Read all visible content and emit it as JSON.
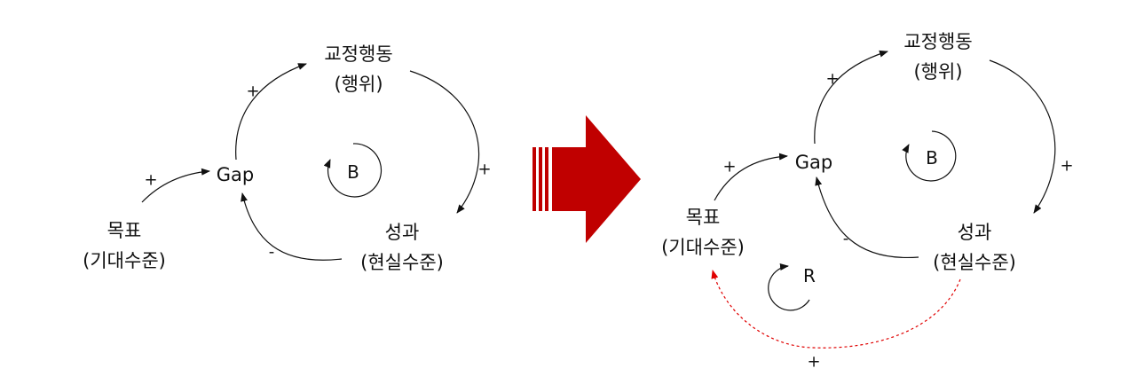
{
  "left_diagram": {
    "nodes": {
      "action": {
        "line1": "교정행동",
        "line2": "(행위)"
      },
      "gap": {
        "line1": "Gap"
      },
      "goal": {
        "line1": "목표",
        "line2": "(기대수준)"
      },
      "performance": {
        "line1": "성과",
        "line2": "(현실수준)"
      }
    },
    "signs": {
      "goal_to_gap": "+",
      "gap_to_action": "+",
      "action_to_performance": "+",
      "performance_to_gap": "-"
    },
    "loop_label": "B"
  },
  "transition_arrow": {
    "color": "#c00000"
  },
  "right_diagram": {
    "nodes": {
      "action": {
        "line1": "교정행동",
        "line2": "(행위)"
      },
      "gap": {
        "line1": "Gap"
      },
      "goal": {
        "line1": "목표",
        "line2": "(기대수준)"
      },
      "performance": {
        "line1": "성과",
        "line2": "(현실수준)"
      }
    },
    "signs": {
      "goal_to_gap": "+",
      "gap_to_action": "+",
      "action_to_performance": "+",
      "performance_to_gap": "-",
      "performance_to_goal": "+"
    },
    "loop_labels": {
      "balancing": "B",
      "reinforcing": "R"
    },
    "new_link_color": "#e00000"
  }
}
